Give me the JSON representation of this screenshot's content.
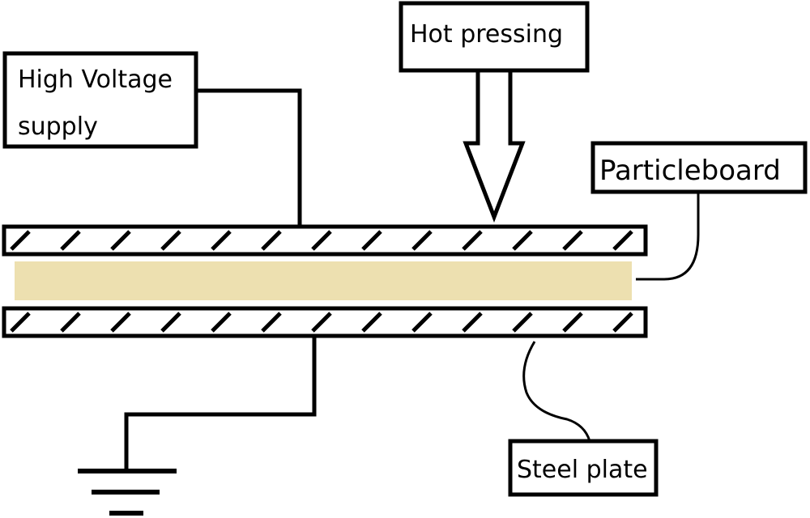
{
  "labels": {
    "high_voltage_line1": "High Voltage",
    "high_voltage_line2": "supply",
    "hot_pressing": "Hot pressing",
    "particleboard": "Particleboard",
    "steel_plate": "Steel plate"
  },
  "colors": {
    "stroke": "#000000",
    "particleboard_fill": "#ede0b0",
    "background": "#ffffff"
  },
  "icons": {
    "ground": "ground-symbol-icon",
    "press_arrow": "down-arrow-icon"
  }
}
